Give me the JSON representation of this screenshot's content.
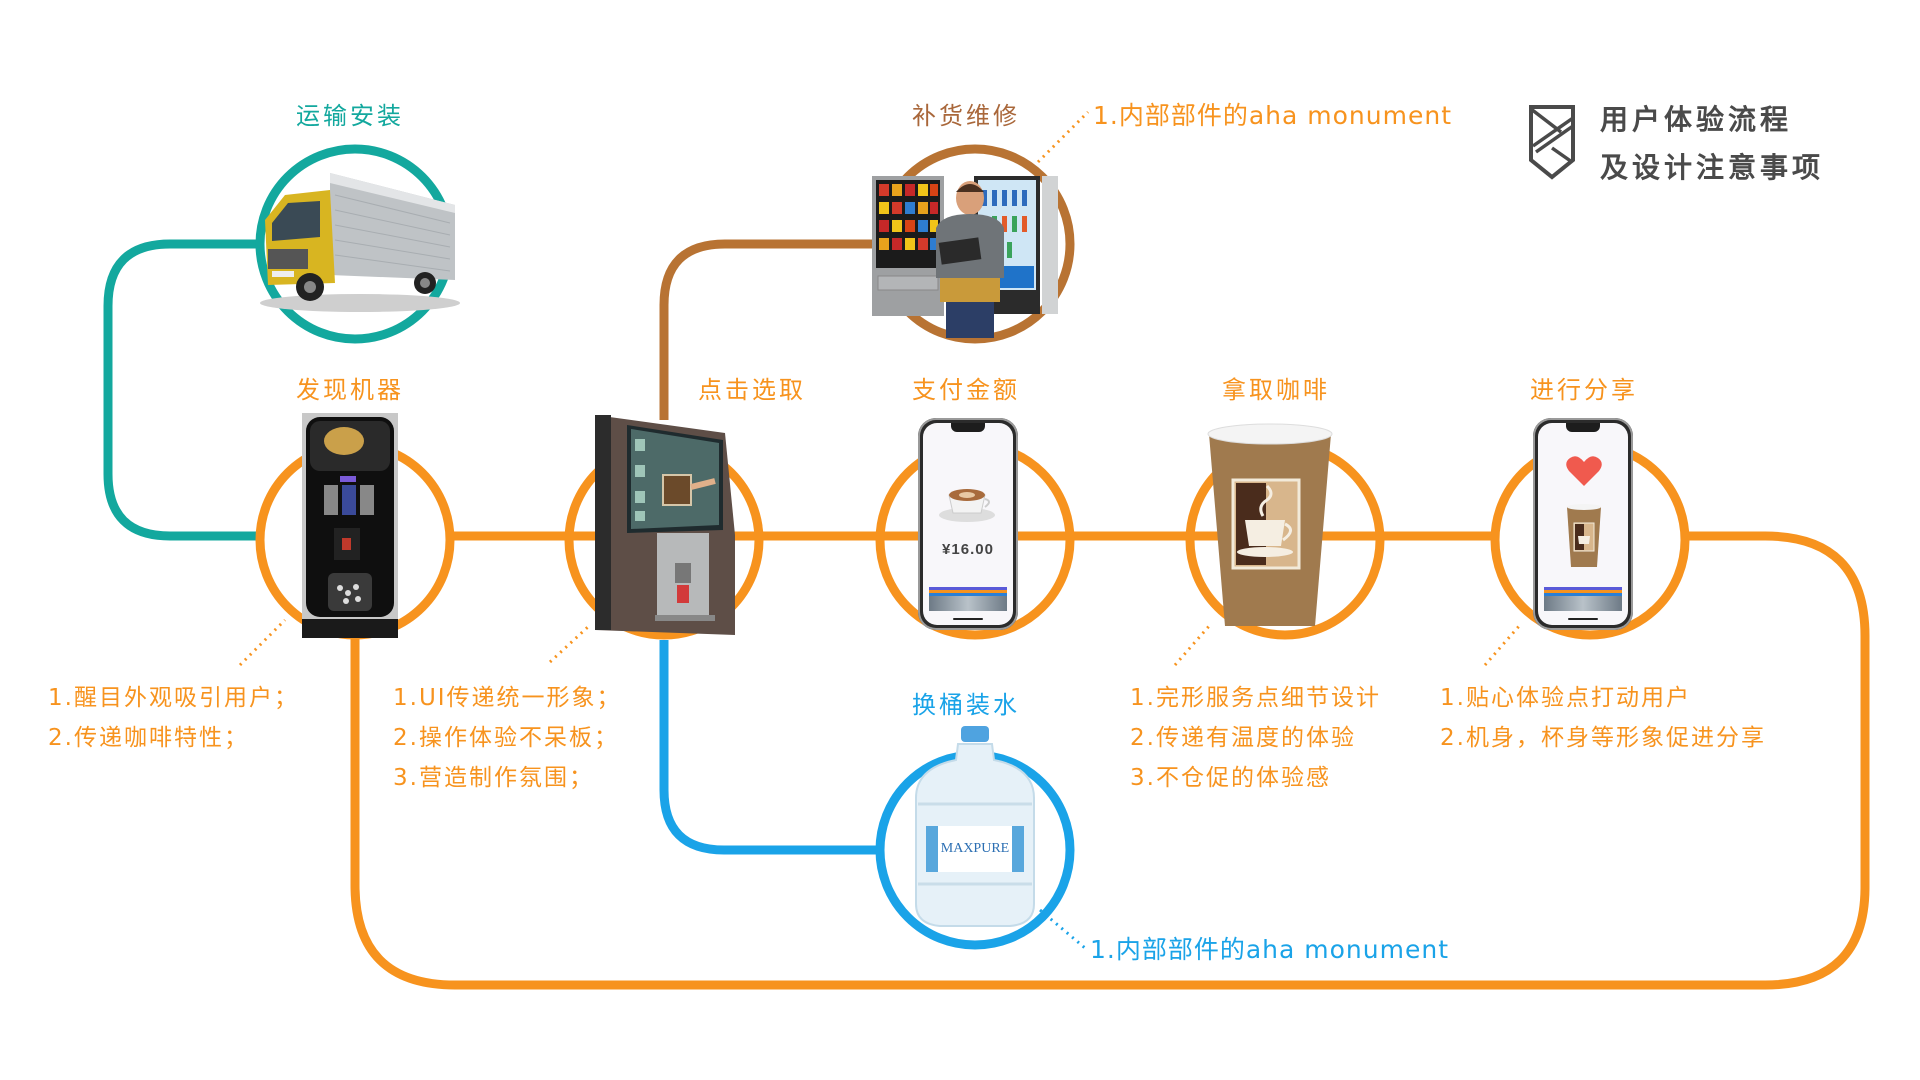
{
  "header": {
    "title_line1": "用户体验流程",
    "title_line2": "及设计注意事项",
    "logo_icon": "shield-logo-icon"
  },
  "colors": {
    "teal": "#13a89e",
    "orange": "#f7931e",
    "brown": "#b87333",
    "blue": "#1aa3e8",
    "title_gray": "#4a4a4a"
  },
  "steps": {
    "transport": {
      "label": "运输安装",
      "icon": "truck-icon"
    },
    "discover": {
      "label": "发现机器",
      "icon": "coffee-machine-icon",
      "notes": [
        "1.醒目外观吸引用户；",
        "2.传递咖啡特性；"
      ]
    },
    "select": {
      "label": "点击选取",
      "icon": "touchscreen-machine-icon",
      "notes": [
        "1.UI传递统一形象；",
        "2.操作体验不呆板；",
        "3.营造制作氛围；"
      ]
    },
    "pay": {
      "label": "支付金额",
      "icon": "phone-payment-icon",
      "price": "¥16.00"
    },
    "take": {
      "label": "拿取咖啡",
      "icon": "coffee-cup-icon",
      "notes": [
        "1.完形服务点细节设计",
        "2.传递有温度的体验",
        "3.不仓促的体验感"
      ]
    },
    "share": {
      "label": "进行分享",
      "icon": "phone-share-icon",
      "notes": [
        "1.贴心体验点打动用户",
        "2.机身，杯身等形象促进分享"
      ]
    },
    "restock": {
      "label": "补货维修",
      "icon": "repairman-vending-icon",
      "note": "1.内部部件的aha monument"
    },
    "water": {
      "label": "换桶装水",
      "icon": "water-bottle-icon",
      "note": "1.内部部件的aha monument",
      "bottle_brand": "MAXPURE"
    }
  }
}
